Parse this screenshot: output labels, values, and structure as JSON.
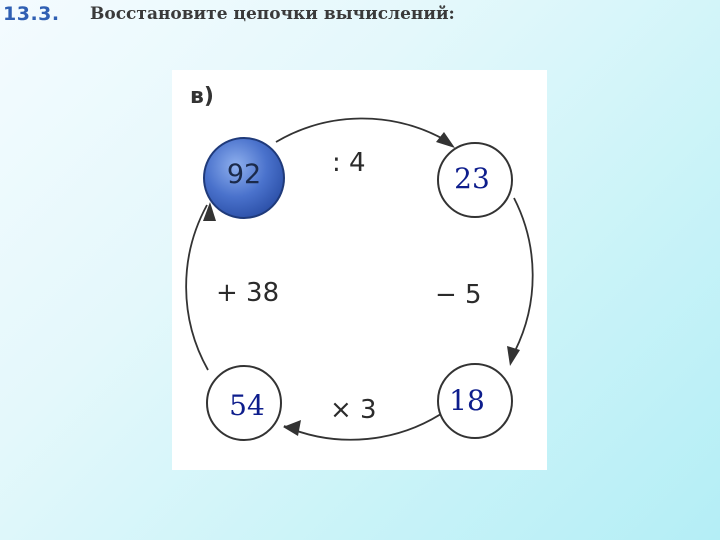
{
  "header": {
    "task_number": "13.3.",
    "title": "Восстановите цепочки вычислений:"
  },
  "exercise": {
    "part_label": "в)",
    "start_value": "92",
    "operations": {
      "top": ": 4",
      "right": "− 5",
      "bottom": "× 3",
      "left": "+ 38"
    },
    "answers": {
      "top_right": "23",
      "bottom_right": "18",
      "bottom_left": "54"
    }
  },
  "colors": {
    "start_circle": "#3a63c0",
    "answer_text": "#0d1d8c",
    "task_number": "#2f5fb3"
  }
}
